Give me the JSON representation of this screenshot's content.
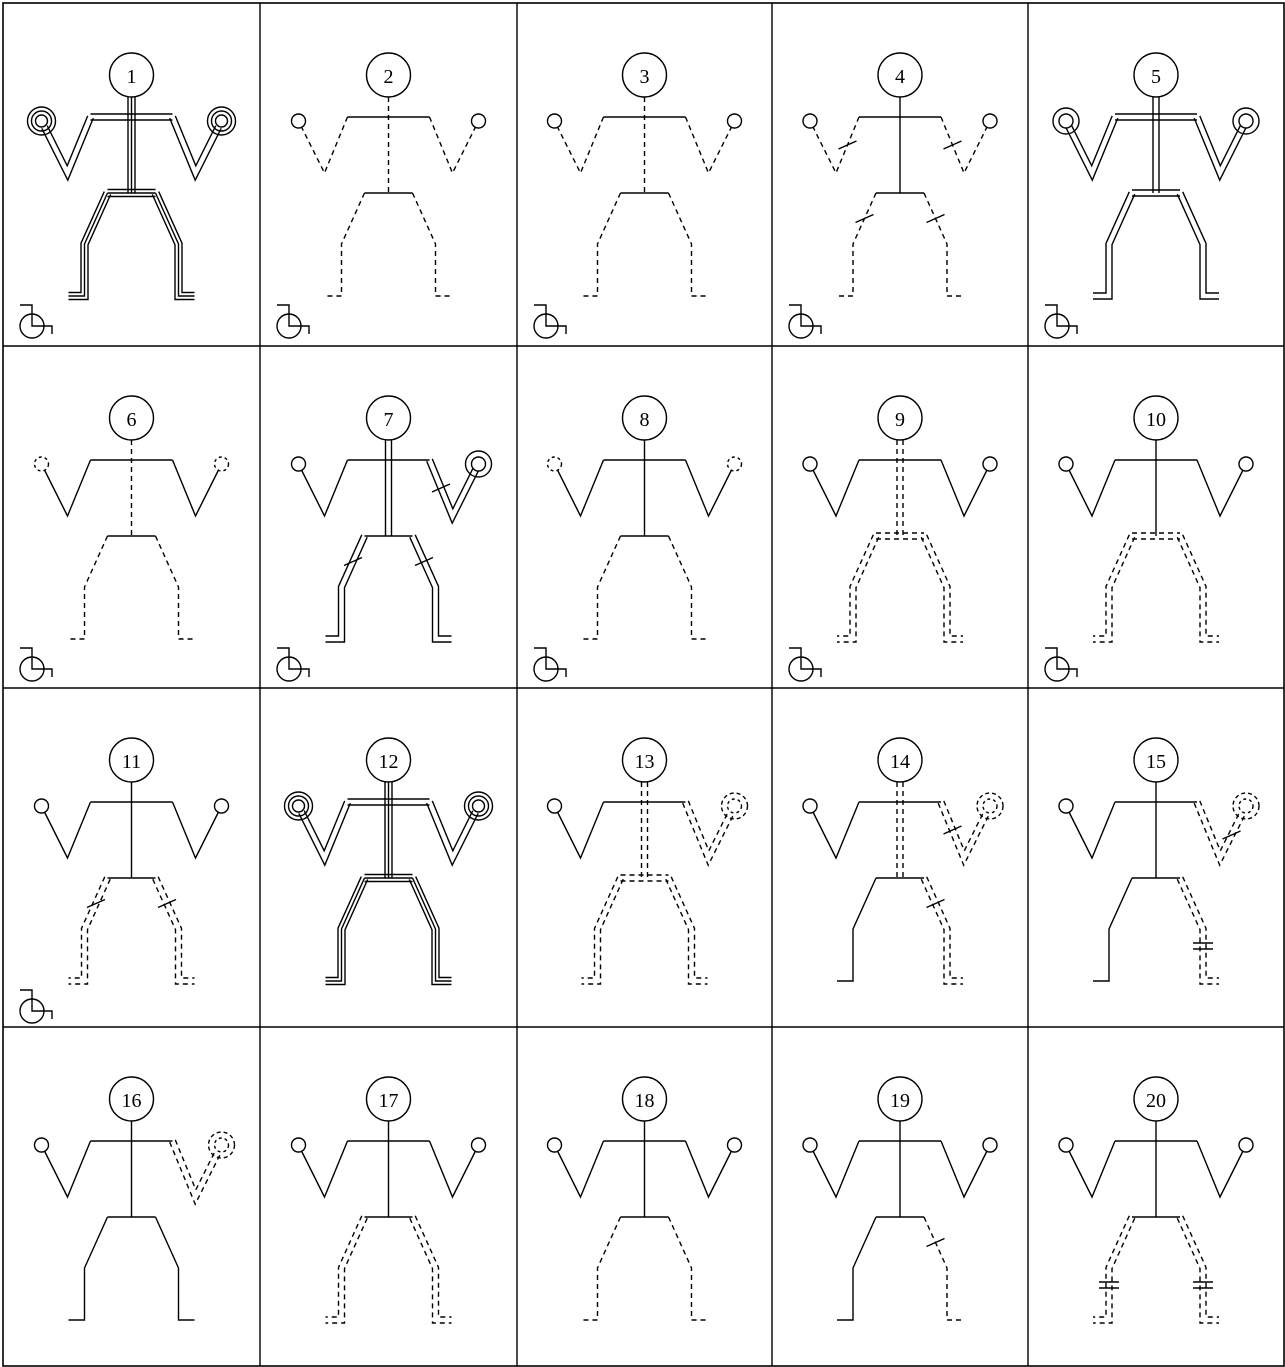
{
  "figure": {
    "ink_color": "#000000",
    "background": "#ffffff",
    "grid": {
      "rows": 4,
      "cols": 5
    },
    "stroke_styles": [
      "solid",
      "dashed",
      "double",
      "double-dashed",
      "triple"
    ],
    "panels": [
      {
        "label": "1",
        "wheelchair": true,
        "spine": "triple",
        "shoulders": "double",
        "arms": {
          "left": "double",
          "right": "double"
        },
        "hands": {
          "left": "triple",
          "right": "triple"
        },
        "hips": "triple",
        "legs": {
          "left": "triple",
          "right": "triple"
        },
        "cuts": []
      },
      {
        "label": "2",
        "wheelchair": true,
        "spine": "dashed",
        "shoulders": "solid",
        "arms": {
          "left": "dashed",
          "right": "dashed"
        },
        "hands": {
          "left": "solid",
          "right": "solid"
        },
        "hips": "solid",
        "legs": {
          "left": "dashed",
          "right": "dashed"
        },
        "cuts": []
      },
      {
        "label": "3",
        "wheelchair": true,
        "spine": "dashed",
        "shoulders": "solid",
        "arms": {
          "left": "dashed-forearm",
          "right": "dashed-forearm"
        },
        "hands": {
          "left": "solid",
          "right": "solid"
        },
        "hips": "solid",
        "legs": {
          "left": "dashed",
          "right": "dashed"
        },
        "cuts": []
      },
      {
        "label": "4",
        "wheelchair": true,
        "spine": "solid",
        "shoulders": "solid",
        "arms": {
          "left": "dashed",
          "right": "dashed"
        },
        "hands": {
          "left": "solid",
          "right": "solid"
        },
        "hips": "solid",
        "legs": {
          "left": "dashed",
          "right": "dashed"
        },
        "cuts": [
          "upper-arm-left",
          "upper-arm-right",
          "thigh-left",
          "thigh-right"
        ]
      },
      {
        "label": "5",
        "wheelchair": true,
        "spine": "double",
        "shoulders": "double",
        "arms": {
          "left": "double",
          "right": "double"
        },
        "hands": {
          "left": "double",
          "right": "double"
        },
        "hips": "double",
        "legs": {
          "left": "double",
          "right": "double"
        },
        "cuts": []
      },
      {
        "label": "6",
        "wheelchair": true,
        "spine": "dashed",
        "shoulders": "solid",
        "arms": {
          "left": "solid",
          "right": "solid"
        },
        "hands": {
          "left": "dashed",
          "right": "dashed"
        },
        "hips": "solid",
        "legs": {
          "left": "dashed",
          "right": "dashed"
        },
        "cuts": []
      },
      {
        "label": "7",
        "wheelchair": true,
        "spine": "double-right",
        "shoulders": "solid",
        "arms": {
          "left": "solid",
          "right": "double"
        },
        "hands": {
          "left": "solid",
          "right": "double"
        },
        "hips": "solid",
        "legs": {
          "left": "double",
          "right": "double"
        },
        "cuts": [
          "upper-arm-right",
          "thigh-left",
          "thigh-right"
        ]
      },
      {
        "label": "8",
        "wheelchair": true,
        "spine": "solid",
        "shoulders": "solid",
        "arms": {
          "left": "solid",
          "right": "solid"
        },
        "hands": {
          "left": "dashed",
          "right": "dashed"
        },
        "hips": "solid",
        "legs": {
          "left": "dashed",
          "right": "dashed"
        },
        "cuts": []
      },
      {
        "label": "9",
        "wheelchair": true,
        "spine": "double-dashed",
        "shoulders": "solid",
        "arms": {
          "left": "solid",
          "right": "solid"
        },
        "hands": {
          "left": "solid",
          "right": "solid"
        },
        "hips": "double-dashed",
        "legs": {
          "left": "double-dashed",
          "right": "double-dashed"
        },
        "cuts": []
      },
      {
        "label": "10",
        "wheelchair": true,
        "spine": "solid",
        "shoulders": "solid",
        "arms": {
          "left": "solid",
          "right": "solid"
        },
        "hands": {
          "left": "solid",
          "right": "solid"
        },
        "hips": "double-dashed",
        "legs": {
          "left": "double-dashed",
          "right": "double-dashed"
        },
        "cuts": []
      },
      {
        "label": "11",
        "wheelchair": true,
        "spine": "solid",
        "shoulders": "solid",
        "arms": {
          "left": "solid",
          "right": "solid"
        },
        "hands": {
          "left": "solid",
          "right": "solid"
        },
        "hips": "solid",
        "legs": {
          "left": "double-dashed",
          "right": "double-dashed"
        },
        "cuts": [
          "thigh-left",
          "thigh-right"
        ]
      },
      {
        "label": "12",
        "wheelchair": false,
        "spine": "triple",
        "shoulders": "double",
        "arms": {
          "left": "double",
          "right": "double"
        },
        "hands": {
          "left": "triple",
          "right": "triple"
        },
        "hips": "triple",
        "legs": {
          "left": "triple",
          "right": "triple"
        },
        "cuts": []
      },
      {
        "label": "13",
        "wheelchair": false,
        "spine": "double-dashed",
        "shoulders": "solid",
        "arms": {
          "left": "solid",
          "right": "double-dashed"
        },
        "hands": {
          "left": "solid",
          "right": "double-dashed"
        },
        "hips": "double-dashed",
        "legs": {
          "left": "double-dashed",
          "right": "double-dashed"
        },
        "cuts": []
      },
      {
        "label": "14",
        "wheelchair": false,
        "spine": "double-dashed",
        "shoulders": "solid",
        "arms": {
          "left": "solid",
          "right": "double-dashed"
        },
        "hands": {
          "left": "solid",
          "right": "double-dashed"
        },
        "hips": "solid",
        "legs": {
          "left": "solid",
          "right": "double-dashed"
        },
        "cuts": [
          "upper-arm-right",
          "thigh-right"
        ]
      },
      {
        "label": "15",
        "wheelchair": false,
        "spine": "solid",
        "shoulders": "solid",
        "arms": {
          "left": "solid",
          "right": "double-dashed-forearm"
        },
        "hands": {
          "left": "solid",
          "right": "double-dashed"
        },
        "hips": "solid",
        "legs": {
          "left": "solid",
          "right": "double-dashed-shin"
        },
        "cuts": [
          "forearm-right",
          "shin-right"
        ]
      },
      {
        "label": "16",
        "wheelchair": false,
        "spine": "solid",
        "shoulders": "solid",
        "arms": {
          "left": "solid",
          "right": "double-dashed"
        },
        "hands": {
          "left": "solid",
          "right": "double-dashed"
        },
        "hips": "solid",
        "legs": {
          "left": "solid",
          "right": "solid"
        },
        "cuts": []
      },
      {
        "label": "17",
        "wheelchair": false,
        "spine": "solid",
        "shoulders": "solid",
        "arms": {
          "left": "solid",
          "right": "solid"
        },
        "hands": {
          "left": "solid",
          "right": "solid"
        },
        "hips": "solid",
        "legs": {
          "left": "double-dashed",
          "right": "double-dashed"
        },
        "cuts": []
      },
      {
        "label": "18",
        "wheelchair": false,
        "spine": "solid",
        "shoulders": "solid",
        "arms": {
          "left": "solid",
          "right": "solid"
        },
        "hands": {
          "left": "solid",
          "right": "solid"
        },
        "hips": "solid",
        "legs": {
          "left": "dashed",
          "right": "dashed"
        },
        "cuts": []
      },
      {
        "label": "19",
        "wheelchair": false,
        "spine": "solid",
        "shoulders": "solid",
        "arms": {
          "left": "solid",
          "right": "solid"
        },
        "hands": {
          "left": "solid",
          "right": "solid"
        },
        "hips": "solid",
        "legs": {
          "left": "solid",
          "right": "dashed"
        },
        "cuts": [
          "thigh-right"
        ]
      },
      {
        "label": "20",
        "wheelchair": false,
        "spine": "solid",
        "shoulders": "solid",
        "arms": {
          "left": "solid",
          "right": "solid"
        },
        "hands": {
          "left": "solid",
          "right": "solid"
        },
        "hips": "solid",
        "legs": {
          "left": "double-dashed-shin",
          "right": "double-dashed-shin"
        },
        "cuts": [
          "shin-left",
          "shin-right"
        ]
      }
    ]
  }
}
